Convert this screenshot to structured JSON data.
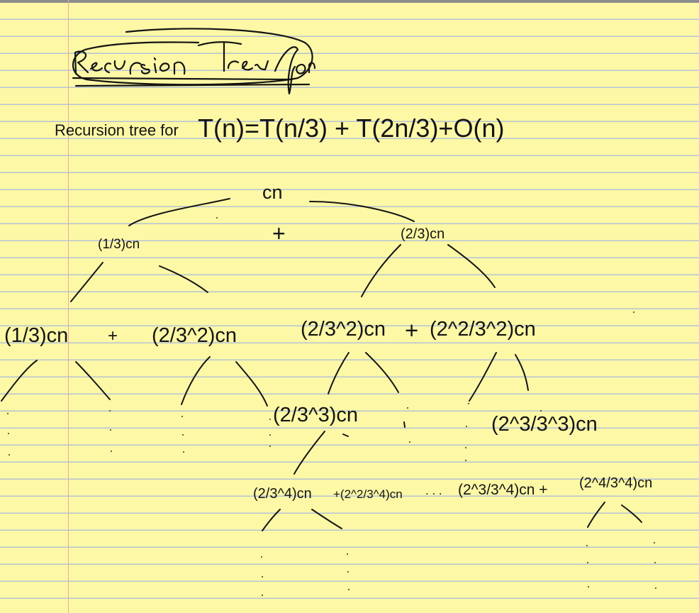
{
  "heading": "Recursion tree for",
  "title": {
    "prefix": "Recursion tree for",
    "recurrence": "T(n)=T(n/3) + T(2n/3)+O(n)"
  },
  "tree": {
    "root": "cn",
    "level1": {
      "left": "(1/3)cn",
      "plus": "+",
      "right": "(2/3)cn"
    },
    "level2": {
      "a": "(1/3)cn",
      "plus_a": "+",
      "b": "(2/3^2)cn",
      "c": "(2/3^2)cn",
      "plus_c": "+",
      "d": "(2^2/3^2)cn"
    },
    "level3": {
      "a": "(2/3^3)cn",
      "b": "(2^3/3^3)cn"
    },
    "level4": {
      "a": "(2/3^4)cn",
      "b": "+(2^2/3^4)cn",
      "ellipsis": ". . .",
      "c": "(2^3/3^4)cn +",
      "d": "(2^4/3^4)cn"
    }
  },
  "colors": {
    "paper": "#fdf8a6",
    "rule": "#b5c3d4",
    "margin": "#e7a7a3",
    "ink": "#141414"
  }
}
